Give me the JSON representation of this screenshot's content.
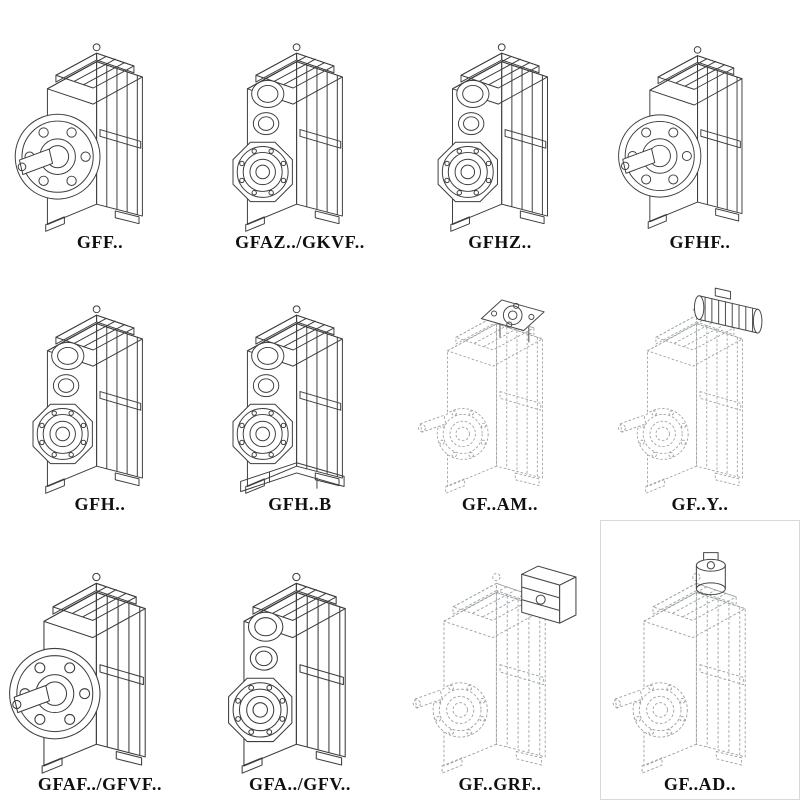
{
  "colors": {
    "line": "#3c3c3c",
    "phantom": "#9aa0a3",
    "ink": "#101010",
    "background": "#ffffff"
  },
  "items": [
    {
      "id": "gff",
      "label": "GFF..",
      "style": "solid",
      "variant": "flange-output"
    },
    {
      "id": "gfaz-gkvf",
      "label": "GFAZ../GKVF..",
      "style": "solid",
      "variant": "hollow-shaft"
    },
    {
      "id": "gfhz",
      "label": "GFHZ..",
      "style": "solid",
      "variant": "hollow-shaft"
    },
    {
      "id": "gfhf",
      "label": "GFHF..",
      "style": "solid",
      "variant": "flange-output"
    },
    {
      "id": "gfh",
      "label": "GFH..",
      "style": "solid",
      "variant": "hollow-shaft"
    },
    {
      "id": "gfh-b",
      "label": "GFH..B",
      "style": "solid",
      "variant": "hollow-shaft-base"
    },
    {
      "id": "gf-am",
      "label": "GF..AM..",
      "style": "phantom",
      "variant": "top-flange-adapter"
    },
    {
      "id": "gf-y",
      "label": "GF..Y..",
      "style": "phantom",
      "variant": "motor-mounted"
    },
    {
      "id": "gfaf-gfvf",
      "label": "GFAF../GFVF..",
      "style": "solid",
      "variant": "flange-output"
    },
    {
      "id": "gfa-gfv",
      "label": "GFA../GFV..",
      "style": "solid",
      "variant": "hollow-shaft"
    },
    {
      "id": "gf-grf",
      "label": "GF..GRF..",
      "style": "phantom",
      "variant": "gear-adapter"
    },
    {
      "id": "gf-ad",
      "label": "GF..AD..",
      "style": "phantom",
      "variant": "input-adapter"
    }
  ]
}
